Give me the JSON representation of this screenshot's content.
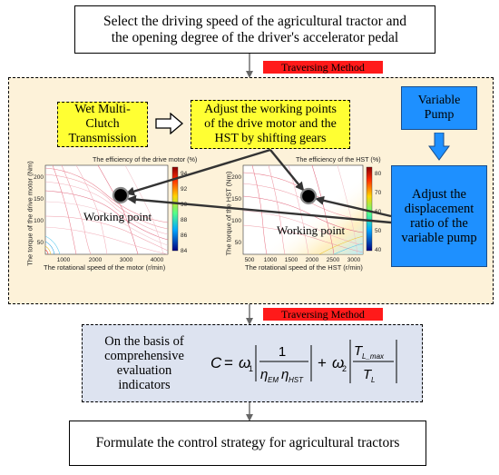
{
  "top_box": {
    "line1": "Select the driving speed of the agricultural tractor and",
    "line2": "the opening degree of the driver's accelerator pedal"
  },
  "method_label_1": "Traversing Method",
  "method_label_2": "Traversing Method",
  "wet_clutch": {
    "line1": "Wet Multi-",
    "line2": "Clutch",
    "line3": "Transmission"
  },
  "adjust_box": {
    "line1": "Adjust the working points",
    "line2": "of the drive motor and the",
    "line3": "HST by shifting gears"
  },
  "variable_pump": {
    "line1": "Variable",
    "line2": "Pump"
  },
  "displacement_box": {
    "line1": "Adjust the",
    "line2": "displacement",
    "line3": "ratio of the",
    "line4": "variable pump"
  },
  "chart_motor": {
    "title": "The efficiency of the drive motor (%)",
    "xlabel": "The rotational speed of the motor (r/min)",
    "ylabel": "The torque of the drive motor (Nm)",
    "xticks": [
      "1000",
      "2000",
      "3000",
      "4000"
    ],
    "yticks": [
      "50",
      "100",
      "150",
      "200"
    ],
    "colorbar_ticks": [
      "94",
      "92",
      "90",
      "88",
      "86",
      "84"
    ],
    "working_point_label": "Working point"
  },
  "chart_hst": {
    "title": "The efficiency of the HST (%)",
    "xlabel": "The rotational speed of the HST (r/min)",
    "ylabel": "The torque of the HST (Nm)",
    "xticks": [
      "500",
      "1000",
      "1500",
      "2000",
      "2500",
      "3000"
    ],
    "yticks": [
      "50",
      "100",
      "150",
      "200"
    ],
    "colorbar_ticks": [
      "80",
      "70",
      "60",
      "50",
      "40"
    ],
    "working_point_label": "Working point"
  },
  "evaluation": {
    "line1": "On the basis of",
    "line2": "comprehensive",
    "line3": "evaluation",
    "line4": "indicators"
  },
  "formula": {
    "lhs": "C",
    "eq": "=",
    "w1": "ω",
    "w1_sub": "1",
    "one": "1",
    "eta_em": "η",
    "eta_em_sub": "EM",
    "eta_hst": "η",
    "eta_hst_sub": "HST",
    "plus": "+",
    "w2": "ω",
    "w2_sub": "2",
    "tlmax": "T",
    "tlmax_sub": "L_max",
    "tl": "T",
    "tl_sub": "L"
  },
  "final_box": "Formulate the control strategy for agricultural tractors",
  "colors": {
    "yellow": "#ffff33",
    "blue": "#1e90ff",
    "red_label": "#ff1a1a",
    "main_bg": "#fdf2d9",
    "eval_bg": "#dde3f0"
  }
}
